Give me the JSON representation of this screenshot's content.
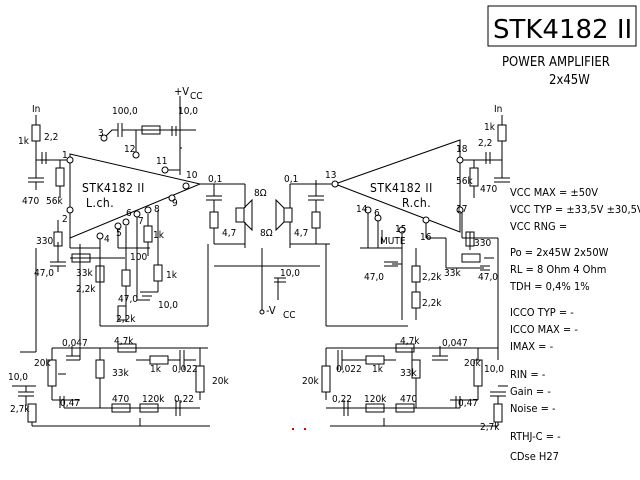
{
  "title": "STK4182 II",
  "subtitle_line1": "POWER AMPLIFIER",
  "subtitle_line2": "2x45W",
  "chip_left_label": "STK4182 II",
  "chip_left_ch": "L.ch.",
  "chip_right_label": "STK4182 II",
  "chip_right_ch": "R.ch.",
  "supply_pos": "+V",
  "supply_pos_sub": "CC",
  "supply_neg": "-V",
  "supply_neg_sub": "CC",
  "mute_label": "MUTE",
  "in_left": "In",
  "in_right": "In",
  "pins_left": [
    "1",
    "2",
    "3",
    "4",
    "5",
    "6",
    "7",
    "8",
    "9",
    "10",
    "11",
    "12"
  ],
  "pins_right": [
    "13",
    "14",
    "15",
    "16",
    "17",
    "18"
  ],
  "components": {
    "c_in_l": "2,2",
    "r_in_l": "1k",
    "c470_l": "470",
    "r56k_l": "56k",
    "c100_l": "100,0",
    "c10_top_l": "10,0",
    "c01_l": "0,1",
    "r47_l": "4,7",
    "spk_l": "8Ω",
    "spk_r": "8Ω",
    "c01_r": "0,1",
    "r47_r": "4,7",
    "r330_l": "330",
    "c47_l": "47,0",
    "r33k_l": "33k",
    "r22k_l": "2,2k",
    "c47b_l": "47,0",
    "r22kb_l": "2,2k",
    "r100_l": "100",
    "r1k_l1": "1k",
    "r1k_l2": "1k",
    "c10b_l": "10,0",
    "c10_neg": "10,0",
    "c_in_r": "2,2",
    "r_in_r": "1k",
    "c470_r": "470",
    "r56k_r": "56k",
    "r330_r": "330",
    "c47_r": "47,0",
    "r33k_r": "33k",
    "r22k_r": "2,2k",
    "c47b_r": "47,0",
    "r22kb_r": "2,2k",
    "tone_l_c0047": "0,047",
    "tone_l_r47k": "4,7k",
    "tone_l_r33k": "33k",
    "tone_l_r1k": "1k",
    "tone_l_c0022": "0,022",
    "tone_l_p20k_a": "20k",
    "tone_l_p20k_b": "20k",
    "tone_l_c10": "10,0",
    "tone_l_r27k": "2,7k",
    "tone_l_c047": "0,47",
    "tone_l_r470": "470",
    "tone_l_r120k": "120k",
    "tone_l_c022": "0,22",
    "tone_r_c0047": "0,047",
    "tone_r_r47k": "4,7k",
    "tone_r_r33k": "33k",
    "tone_r_r1k": "1k",
    "tone_r_c0022": "0,022",
    "tone_r_p20k_a": "20k",
    "tone_r_p20k_b": "20k",
    "tone_r_c10": "10,0",
    "tone_r_r27k": "2,7k",
    "tone_r_c047": "0,47",
    "tone_r_r470": "470",
    "tone_r_r120k": "120k",
    "tone_r_c022": "0,22"
  },
  "specs": {
    "vcc_max": "VCC MAX = ±50V",
    "vcc_typ": "VCC TYP = ±33,5V  ±30,5V",
    "vcc_rng": "VCC RNG =",
    "po": "Po  = 2x45W     2x50W",
    "rl": "RL  = 8 Ohm     4 Ohm",
    "tdh": "TDH = 0,4%        1%",
    "icco_typ": "ICCO TYP = -",
    "icco_max": "ICCO MAX = -",
    "imax": "IMAX   =   -",
    "rin": "RIN  = -",
    "gain": "Gain = -",
    "noise": "Noise = -",
    "rthj": "RTHJ-C = -",
    "footer": "CDse  H27"
  }
}
